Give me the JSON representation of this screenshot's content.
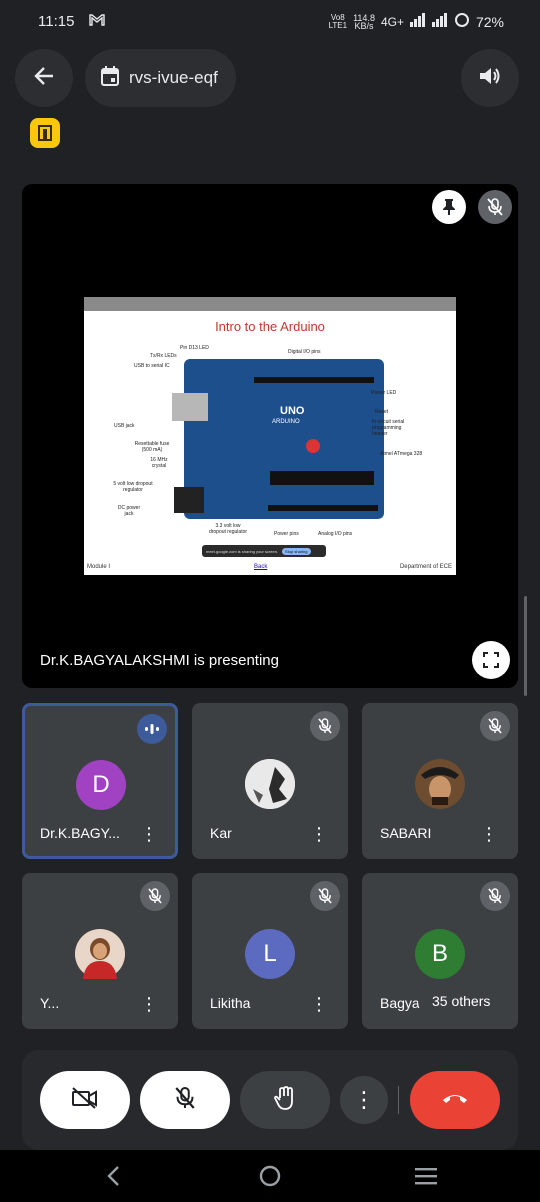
{
  "status": {
    "time": "11:15",
    "net_top": "114.8",
    "net_bottom": "KB/s",
    "volte_top": "Vo8",
    "volte_bottom": "LTE1",
    "net_type": "4G+",
    "battery": "72%"
  },
  "header": {
    "meeting_code": "rvs-ivue-eqf"
  },
  "presentation": {
    "presenter_text": "Dr.K.BAGYALAKSHMI is presenting",
    "slide": {
      "title": "Intro to the Arduino",
      "footer_left": "Module I",
      "footer_center": "Back",
      "footer_right": "Department of ECE",
      "labels": {
        "pin13": "Pin D13 LED",
        "txrx": "Tx/Rx LEDs",
        "usb_serial": "USB to serial IC",
        "digital_io": "Digital I/O pins",
        "power_led": "Power LED",
        "reset": "Reset",
        "icsp": "In-circuit serial programming header",
        "usb_jack": "USB jack",
        "fuse": "Resettable fuse (500 mA)",
        "crystal": "16 MHz crystal",
        "atmega": "Atmel ATmega 328",
        "regulator5": "5 volt low dropout regulator",
        "dc": "DC power jack",
        "regulator33": "3.3 volt low dropout regulator",
        "power_pins": "Power pins",
        "analog_pins": "Analog I/O pins",
        "board_uno": "UNO",
        "board_arduino": "ARDUINO",
        "share_notice": "meet.google.com is sharing your screen.",
        "stop_sharing": "Stop sharing"
      }
    }
  },
  "participants": [
    {
      "name": "Dr.K.BAGY...",
      "initial": "D",
      "color": "#a142c3",
      "speaking": true
    },
    {
      "name": "Kar",
      "initial": "",
      "color": "#555555",
      "speaking": false
    },
    {
      "name": "SABARI",
      "initial": "",
      "color": "#3a3a3a",
      "speaking": false
    },
    {
      "name": "Y...",
      "initial": "",
      "color": "#c0392b",
      "speaking": false
    },
    {
      "name": "Likitha",
      "initial": "L",
      "color": "#5c6bc0",
      "speaking": false
    },
    {
      "name": "Bagya",
      "initial": "B",
      "color": "#2e7d32",
      "speaking": false
    }
  ],
  "others_label": "35 others",
  "colors": {
    "end_call": "#ea4335",
    "accent_blue": "#8ab4f8",
    "tile_bg": "#3c4043"
  }
}
